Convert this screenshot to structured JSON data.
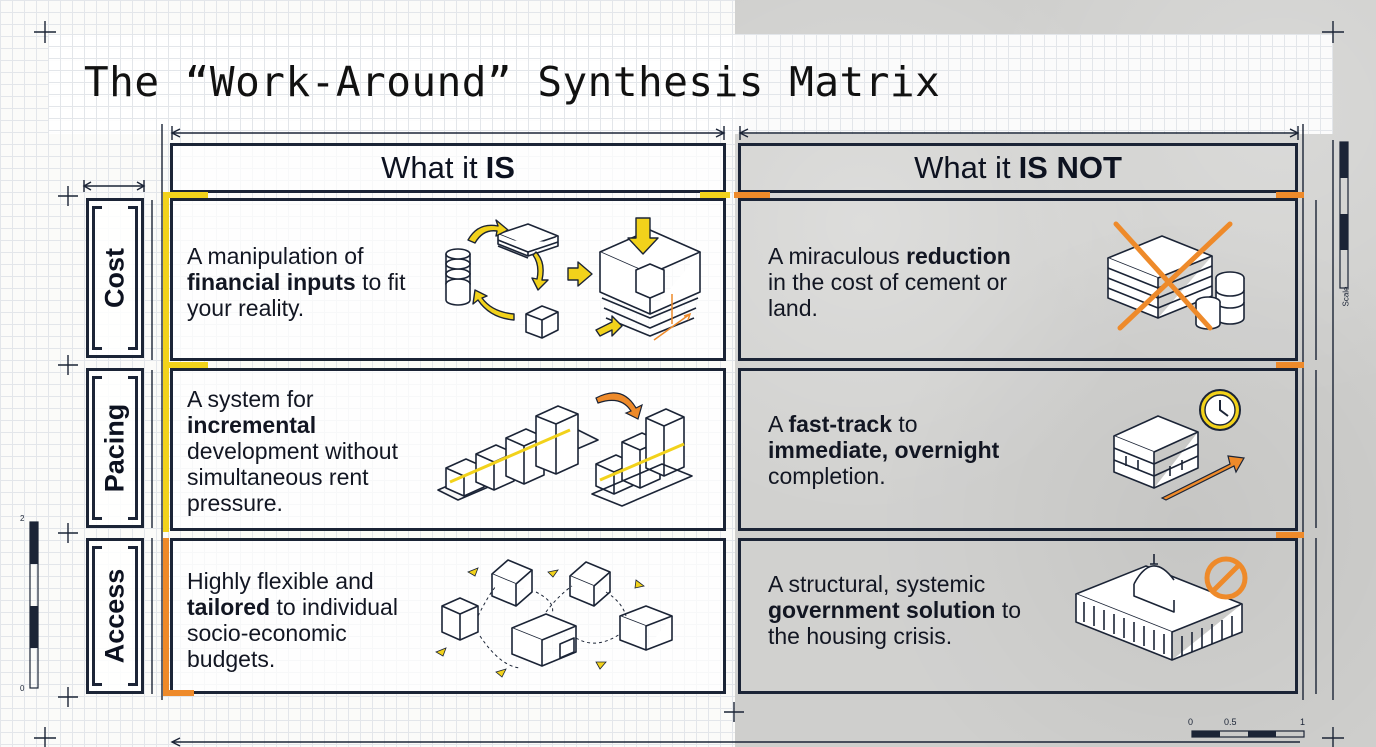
{
  "title": "The “Work-Around” Synthesis Matrix",
  "columns": {
    "is": {
      "pre": "What it",
      "strong": "IS"
    },
    "is_not": {
      "pre": "What it",
      "strong": "IS NOT"
    }
  },
  "rows": [
    {
      "label": "Cost",
      "is": {
        "before": "A manipulation of ",
        "strong": "financial inputs",
        "after": " to fit your reality."
      },
      "is_not": {
        "before": "A miraculous ",
        "strong": "reduction",
        "after": " in the cost of cement or land."
      },
      "is_icon": "money-cycle-building-icon",
      "is_not_icon": "crossed-out-money-icon"
    },
    {
      "label": "Pacing",
      "is": {
        "before": "A system for ",
        "strong": "incremental",
        "after": " development without simultaneous rent pressure."
      },
      "is_not": {
        "before": "A ",
        "strong": "fast-track",
        "after": " to ",
        "strong2": "immediate, overnight",
        "after2": " completion."
      },
      "is_icon": "incremental-blocks-icon",
      "is_not_icon": "building-clock-icon"
    },
    {
      "label": "Access",
      "is": {
        "before": "Highly flexible and ",
        "strong": "tailored",
        "after": " to individual socio-economic budgets."
      },
      "is_not": {
        "before": "A structural, systemic ",
        "strong": "government solution",
        "after": " to the housing crisis."
      },
      "is_icon": "house-network-icon",
      "is_not_icon": "government-prohibited-icon"
    }
  ],
  "scale_bar": {
    "ticks": [
      "0",
      "0.5",
      "1"
    ],
    "vertical_label": "Scale"
  },
  "left_scale": {
    "ticks": [
      "2",
      "0"
    ]
  },
  "colors": {
    "ink": "#1b2436",
    "yellow": "#f2d21b",
    "orange": "#ee8a2a"
  }
}
